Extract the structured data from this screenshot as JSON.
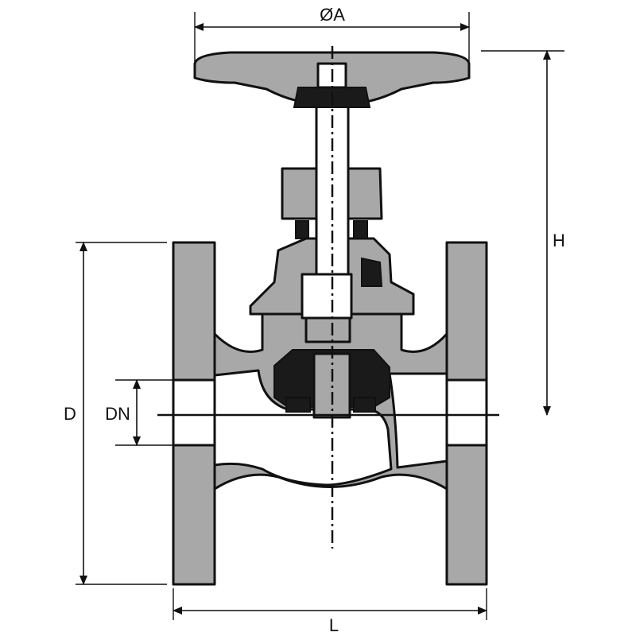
{
  "labels": {
    "handwheel_diameter": "ØA",
    "height": "H",
    "flange_diameter": "D",
    "nominal_diameter": "DN",
    "length": "L"
  },
  "colors": {
    "body": "#a8a8a8",
    "line": "#111111",
    "background": "#ffffff"
  }
}
